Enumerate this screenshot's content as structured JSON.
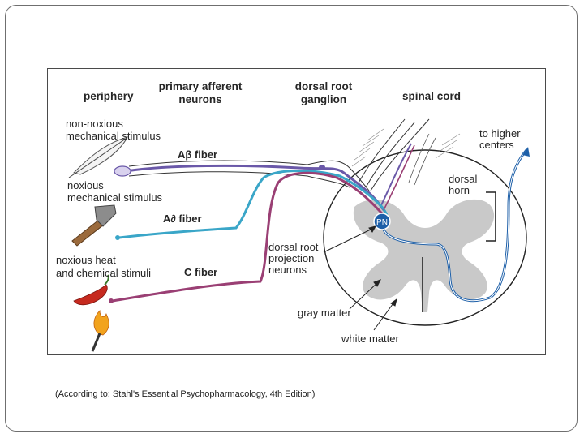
{
  "headers": {
    "periphery": "periphery",
    "primary_afferent": [
      "primary afferent",
      "neurons"
    ],
    "drg": [
      "dorsal root",
      "ganglion"
    ],
    "spinal_cord": "spinal cord"
  },
  "stimuli": {
    "non_noxious": [
      "non-noxious",
      "mechanical stimulus"
    ],
    "noxious_mech": [
      "noxious",
      "mechanical stimulus"
    ],
    "noxious_heat": [
      "noxious heat",
      "and chemical stimuli"
    ]
  },
  "fibers": {
    "a_beta": "Aβ fiber",
    "a_delta": "A∂ fiber",
    "c": "C fiber"
  },
  "cord_labels": {
    "to_higher": [
      "to higher",
      "centers"
    ],
    "dorsal_horn": [
      "dorsal",
      "horn"
    ],
    "pn": "PN",
    "projection": [
      "dorsal root",
      "projection",
      "neurons"
    ],
    "gray_matter": "gray matter",
    "white_matter": "white matter"
  },
  "colors": {
    "a_beta": "#6a58a8",
    "a_delta": "#3aa6c8",
    "c_fiber": "#9a3f74",
    "projection": "#1d5fa8",
    "gray_matter": "#c9c9c9"
  },
  "caption": "(According to: Stahl's Essential Psychopharmacology, 4th Edition)"
}
